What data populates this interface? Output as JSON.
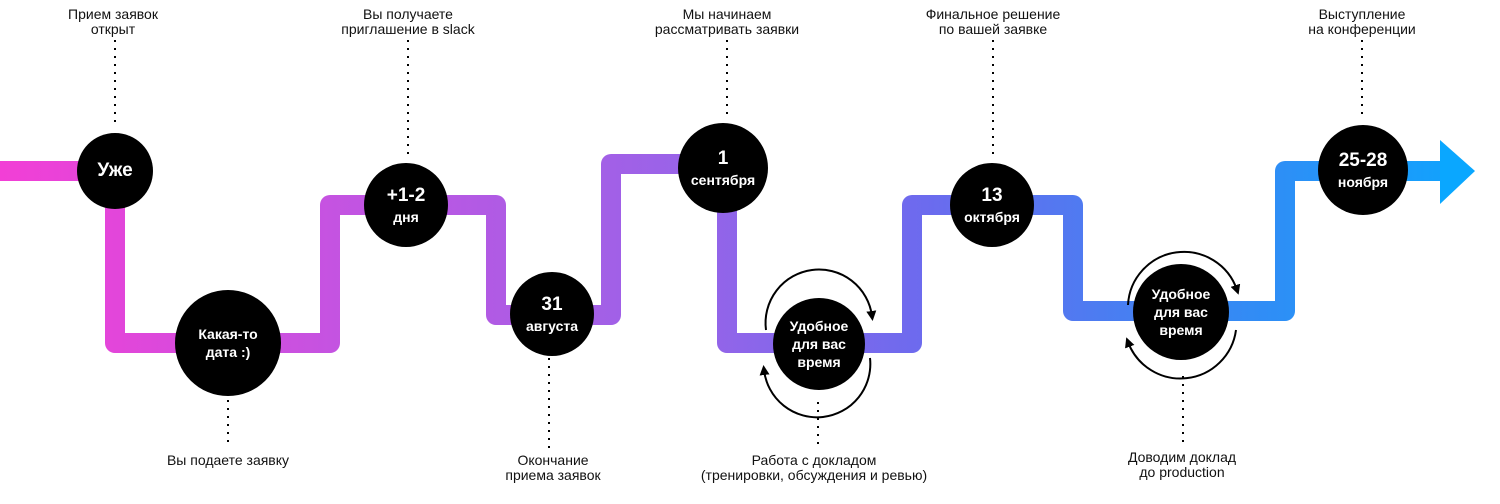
{
  "nodes": [
    {
      "l1": "Уже"
    },
    {
      "l1": "Какая-то",
      "l2": "дата :)"
    },
    {
      "l1": "+1-2",
      "l2": "дня"
    },
    {
      "l1": "31",
      "l2": "августа"
    },
    {
      "l1": "1",
      "l2": "сентября"
    },
    {
      "l1": "Удобное",
      "l2": "для вас",
      "l3": "время"
    },
    {
      "l1": "13",
      "l2": "октября"
    },
    {
      "l1": "Удобное",
      "l2": "для вас",
      "l3": "время"
    },
    {
      "l1": "25-28",
      "l2": "ноября"
    }
  ],
  "captions": {
    "applications_open": [
      "Прием заявок",
      "открыт"
    ],
    "slack_invite": [
      "Вы получаете",
      "приглашение в slack"
    ],
    "review_start": [
      "Мы начинаем",
      "рассматривать заявки"
    ],
    "final_decision": [
      "Финальное решение",
      "по вашей заявке"
    ],
    "conference_talk": [
      "Выступление",
      "на конференции"
    ],
    "you_apply": [
      "Вы подаете заявку"
    ],
    "deadline": [
      "Окончание",
      "приема заявок"
    ],
    "talk_work": [
      "Работа с докладом",
      "(тренировки, обсуждения и ревью)"
    ],
    "production": [
      "Доводим доклад",
      "до production"
    ]
  },
  "colors": {
    "start": "#f23fd6",
    "purple": "#a061e6",
    "blue": "#4a7cf0",
    "end": "#0aa7ff"
  }
}
